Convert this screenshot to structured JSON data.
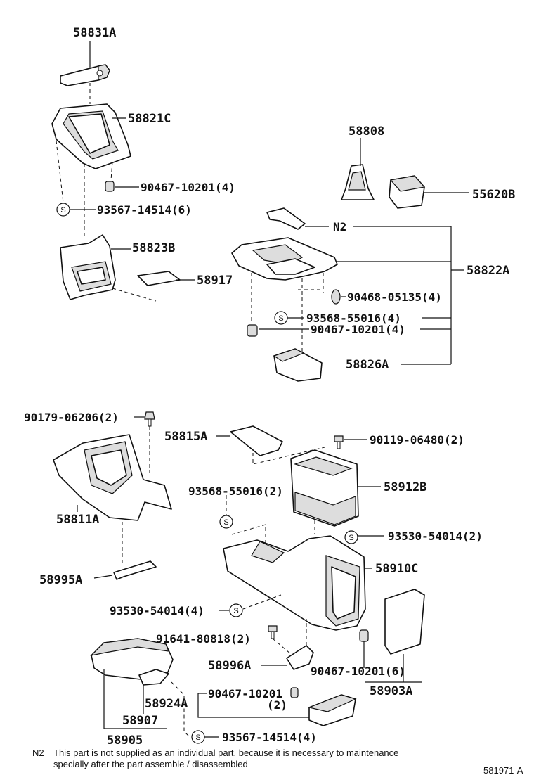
{
  "labels": {
    "p58831A": "58831A",
    "p58821C": "58821C",
    "p90467a": "90467-10201(4)",
    "p93567a": "93567-14514(6)",
    "p58823B": "58823B",
    "p58917": "58917",
    "p58808": "58808",
    "p55620B": "55620B",
    "pN2": "N2",
    "p58822A": "58822A",
    "p90468": "90468-05135(4)",
    "p93568a": "93568-55016(4)",
    "p90467b": "90467-10201(4)",
    "p58826A": "58826A",
    "p90179": "90179-06206(2)",
    "p58815A": "58815A",
    "p90119": "90119-06480(2)",
    "p93568b": "93568-55016(2)",
    "p58912B": "58912B",
    "p58811A": "58811A",
    "p93530a": "93530-54014(2)",
    "p58910C": "58910C",
    "p58995A": "58995A",
    "p93530b": "93530-54014(4)",
    "p91641": "91641-80818(2)",
    "p58996A": "58996A",
    "p90467c": "90467-10201(6)",
    "p58903A": "58903A",
    "p90467d": "90467-10201",
    "p90467d_qty": "(2)",
    "p58924A": "58924A",
    "p58907": "58907",
    "p58905": "58905",
    "p93567b": "93567-14514(4)"
  },
  "symbol": "S",
  "footnote": {
    "marker": "N2",
    "line1": "This part is not supplied as an individual part, because it is necessary to maintenance",
    "line2": "specially after the part assemble / disassembled"
  },
  "reference": "581971-A"
}
